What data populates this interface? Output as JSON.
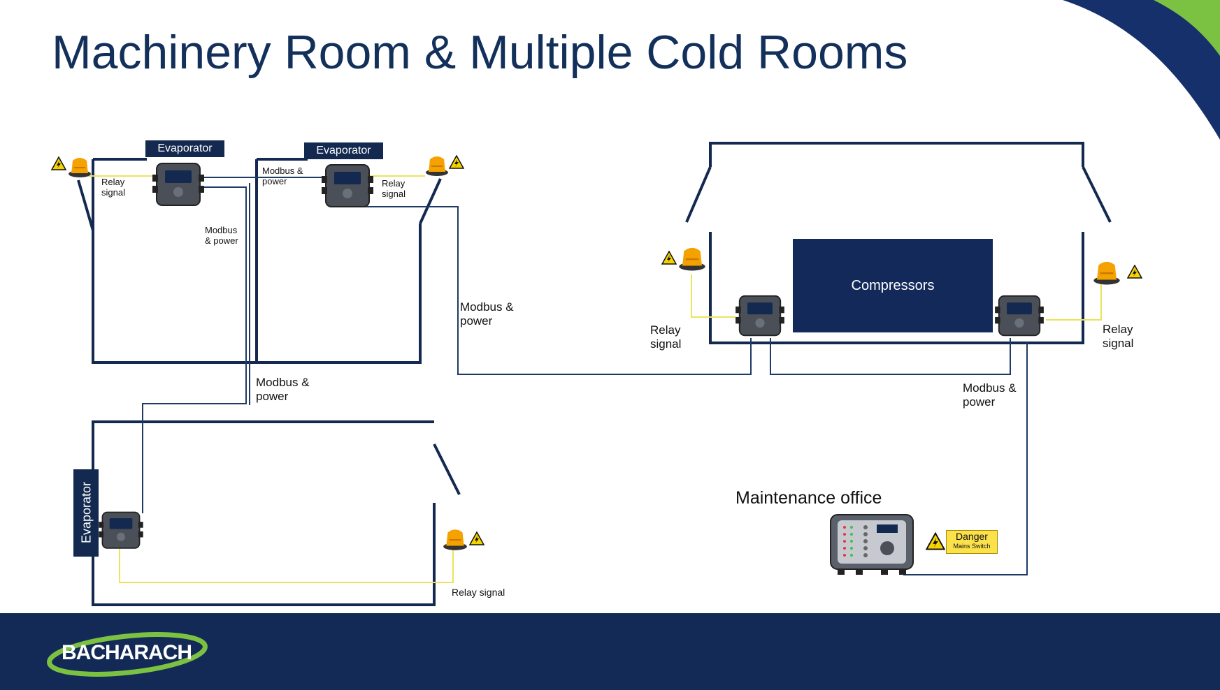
{
  "title": "Machinery Room & Multiple Cold Rooms",
  "labels": {
    "evaporator_1": "Evaporator",
    "evaporator_2": "Evaporator",
    "evaporator_3": "Evaporator",
    "relay_signal_1": "Relay\nsignal",
    "modbus_power_top": "Modbus &\npower",
    "relay_signal_2": "Relay\nsignal",
    "modbus_power_inner": "Modbus\n& power",
    "modbus_power_mid": "Modbus &\npower",
    "modbus_power_center": "Modbus &\npower",
    "relay_signal_bottom": "Relay signal",
    "compressors": "Compressors",
    "relay_signal_machine_left": "Relay\nsignal",
    "relay_signal_machine_right": "Relay\nsignal",
    "modbus_power_right": "Modbus &\npower",
    "maintenance_office": "Maintenance office",
    "danger_title": "Danger",
    "danger_sub": "Mains Switch"
  },
  "brand": {
    "logo": "BACHARACH",
    "footer_color": "#142a56",
    "title_color": "#12305a",
    "accent_green": "#7cc242",
    "beacon_color": "#f5a100",
    "signal_line_color": "#f2e64a",
    "wire_color": "#1f3a66"
  },
  "icons": [
    "warning-triangle-icon",
    "amber-beacon-icon",
    "gas-detector-icon",
    "controller-panel-icon",
    "high-voltage-icon"
  ]
}
